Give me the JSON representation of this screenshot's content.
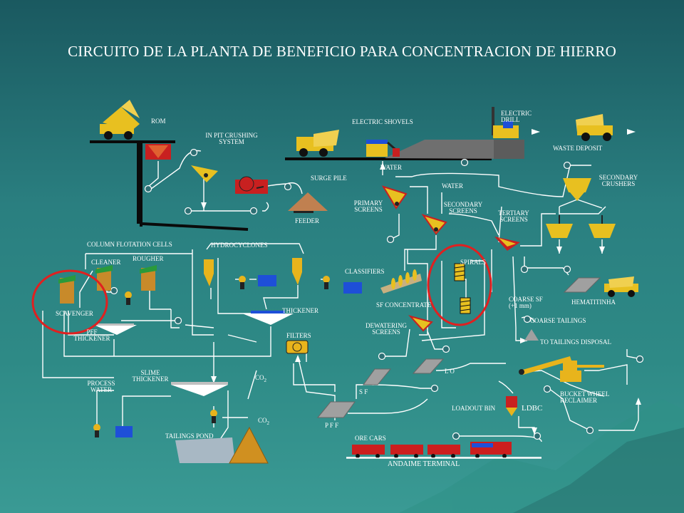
{
  "title": "CIRCUITO DE LA PLANTA DE BENEFICIO PARA CONCENTRACION DE HIERRO",
  "labels": {
    "rom": "ROM",
    "inpit": "IN PIT CRUSHING\nSYSTEM",
    "shovels": "ELECTRIC SHOVELS",
    "drill": "ELECTRIC\nDRILL",
    "waste": "WASTE DEPOSIT",
    "water1": "WATER",
    "water2": "WATER",
    "surge": "SURGE PILE",
    "feeder": "FEEDER",
    "primary": "PRIMARY\nSCREENS",
    "secondary_screens": "SECONDARY\nSCREENS",
    "tertiary": "TERTIARY\nSCREENS",
    "secondary_crushers": "SECONDARY\nCRUSHERS",
    "column": "COLUMN  FLOTATION  CELLS",
    "cleaner": "CLEANER",
    "rougher": "ROUGHER",
    "scavenger": "SCAVENGER",
    "hydro": "HYDROCYCLONES",
    "classifiers": "CLASSIFIERS",
    "spirals": "SPIRALS",
    "hematitinha": "HEMATITINHA",
    "thickener": "THICKENER",
    "sfconc": "SF CONCENTRATE",
    "coarse_sf": "COARSE SF\n(+1 mm)",
    "coarse_tail": "COARSE TAILINGS",
    "pff_thick": "PFF\nTHICKENER",
    "filters": "FILTERS",
    "dewatering": "DEWATERING\nSCREENS",
    "tailings_disposal": "TO TAILINGS DISPOSAL",
    "co2a": "CO",
    "co2b": "CO",
    "process_water": "PROCESS\nWATER",
    "slime": "SLIME\nTHICKENER",
    "sf": "S F",
    "lo": "L O",
    "bucket": "BUCKET WHEEL\nRECLAIMER",
    "loadout": "LOADOUT BIN",
    "ldbc": "LDBC",
    "pff": "P F F",
    "orecars": "ORE CARS",
    "tailings_pond": "TAILINGS  POND",
    "andaime": "ANDAIME TERMINAL"
  },
  "colors": {
    "equipment": "#e8b41c",
    "tank": "#1e4fd8",
    "pipe": "#ffffff",
    "flotation_cell": "#c88a2a",
    "flotation_top": "#2a9a3a",
    "highlight": "#e02020",
    "conveyor_black": "#111111",
    "ore_car": "#cc1e1e"
  }
}
